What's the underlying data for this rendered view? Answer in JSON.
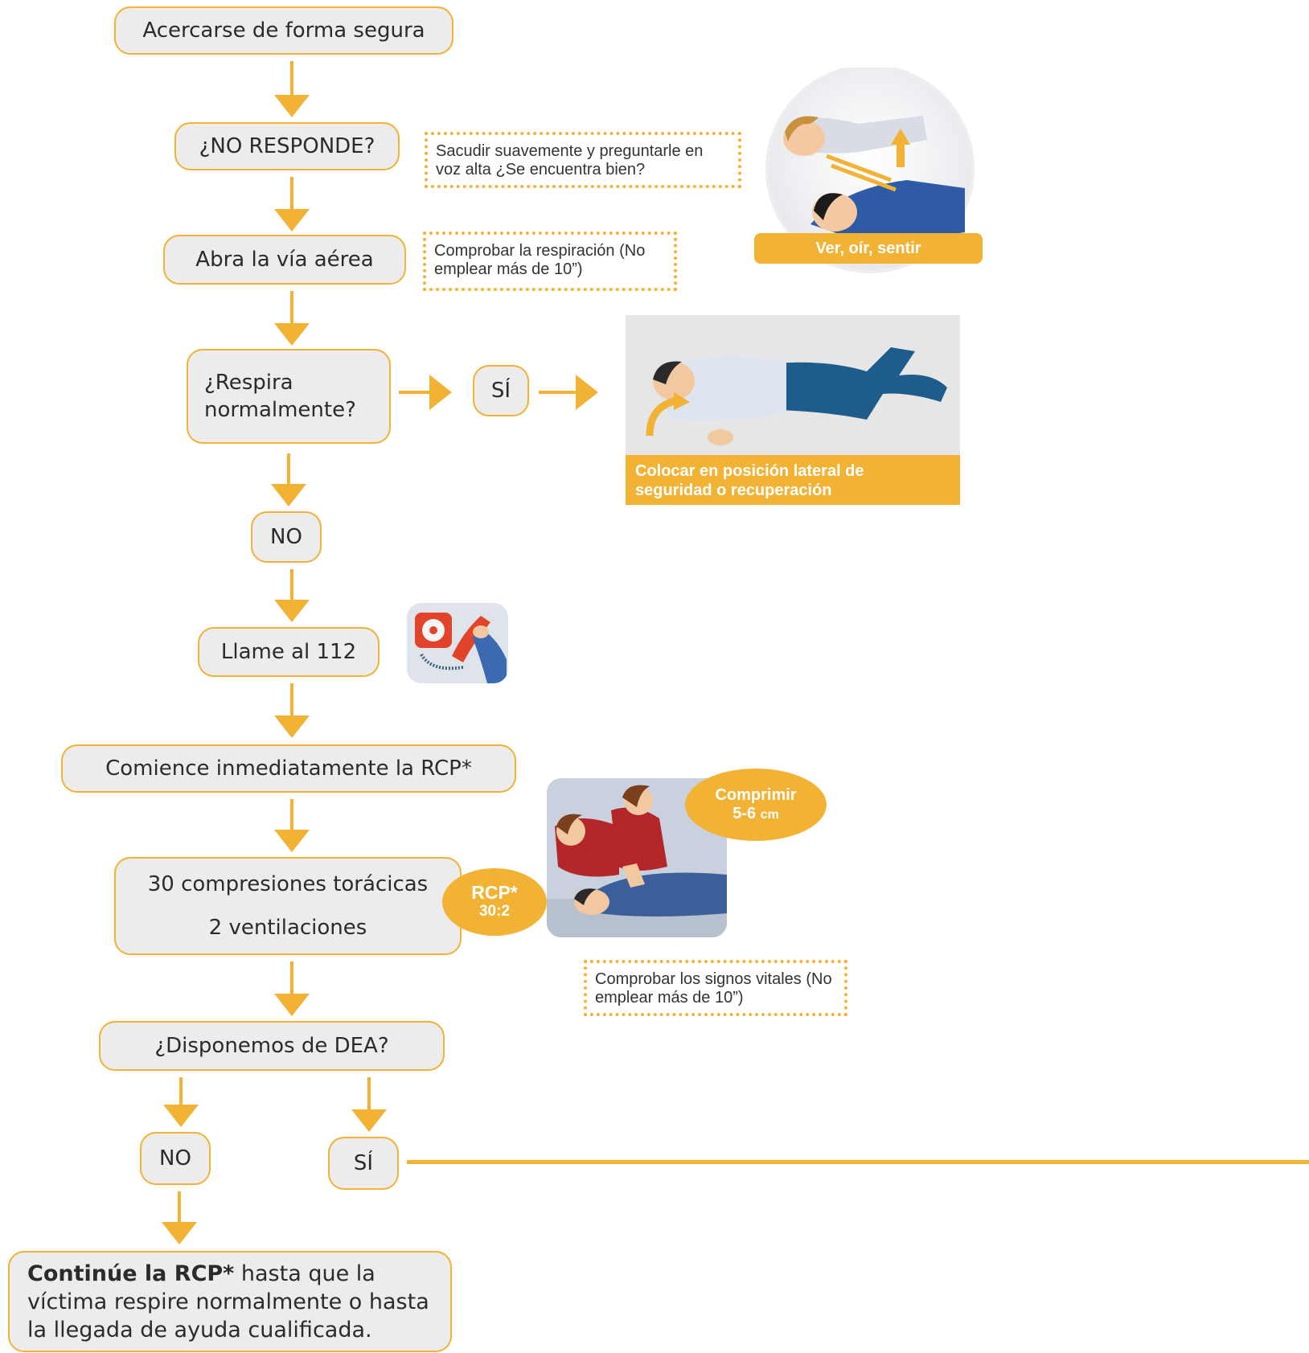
{
  "colors": {
    "accent": "#f2b233",
    "box_fill": "#ececec",
    "text": "#2b2b2b"
  },
  "steps": {
    "approach": "Acercarse de forma segura",
    "no_response": "¿NO RESPONDE?",
    "open_airway": "Abra la vía aérea",
    "breathing_q": "¿Respira normalmente?",
    "yes_breathing": "SÍ",
    "no_breathing": "NO",
    "call": "Llame al 112",
    "start_cpr": "Comience inmediatamente la RCP*",
    "compressions": "30 compresiones torácicas",
    "ventilations": "2 ventilaciones",
    "aed_q": "¿Disponemos de DEA?",
    "aed_no": "NO",
    "aed_yes": "SÍ",
    "final_bold": "Continúe la RCP*",
    "final_rest": " hasta que la víctima respire normalmente o hasta la llegada de ayuda cualificada."
  },
  "notes": {
    "shake": "Sacudir suavemente y preguntarle en voz alta ¿Se encuentra bien?",
    "check_breathing": "Comprobar la respiración (No emplear más de 10”)",
    "check_vitals": "Comprobar los signos vitales (No emplear más de 10”)"
  },
  "illustrations": {
    "look_listen_feel": {
      "caption": "Ver, oír, sentir",
      "icon": "airway-check-illustration"
    },
    "recovery_position": {
      "caption": "Colocar en posición lateral de seguridad o recuperación",
      "icon": "recovery-position-illustration"
    },
    "phone": {
      "icon": "emergency-phone-icon"
    },
    "cpr": {
      "icon": "cpr-compression-illustration",
      "depth_title": "Comprimir",
      "depth_value": "5-6",
      "depth_unit": "cm",
      "ratio_title": "RCP*",
      "ratio_value": "30:2"
    }
  }
}
